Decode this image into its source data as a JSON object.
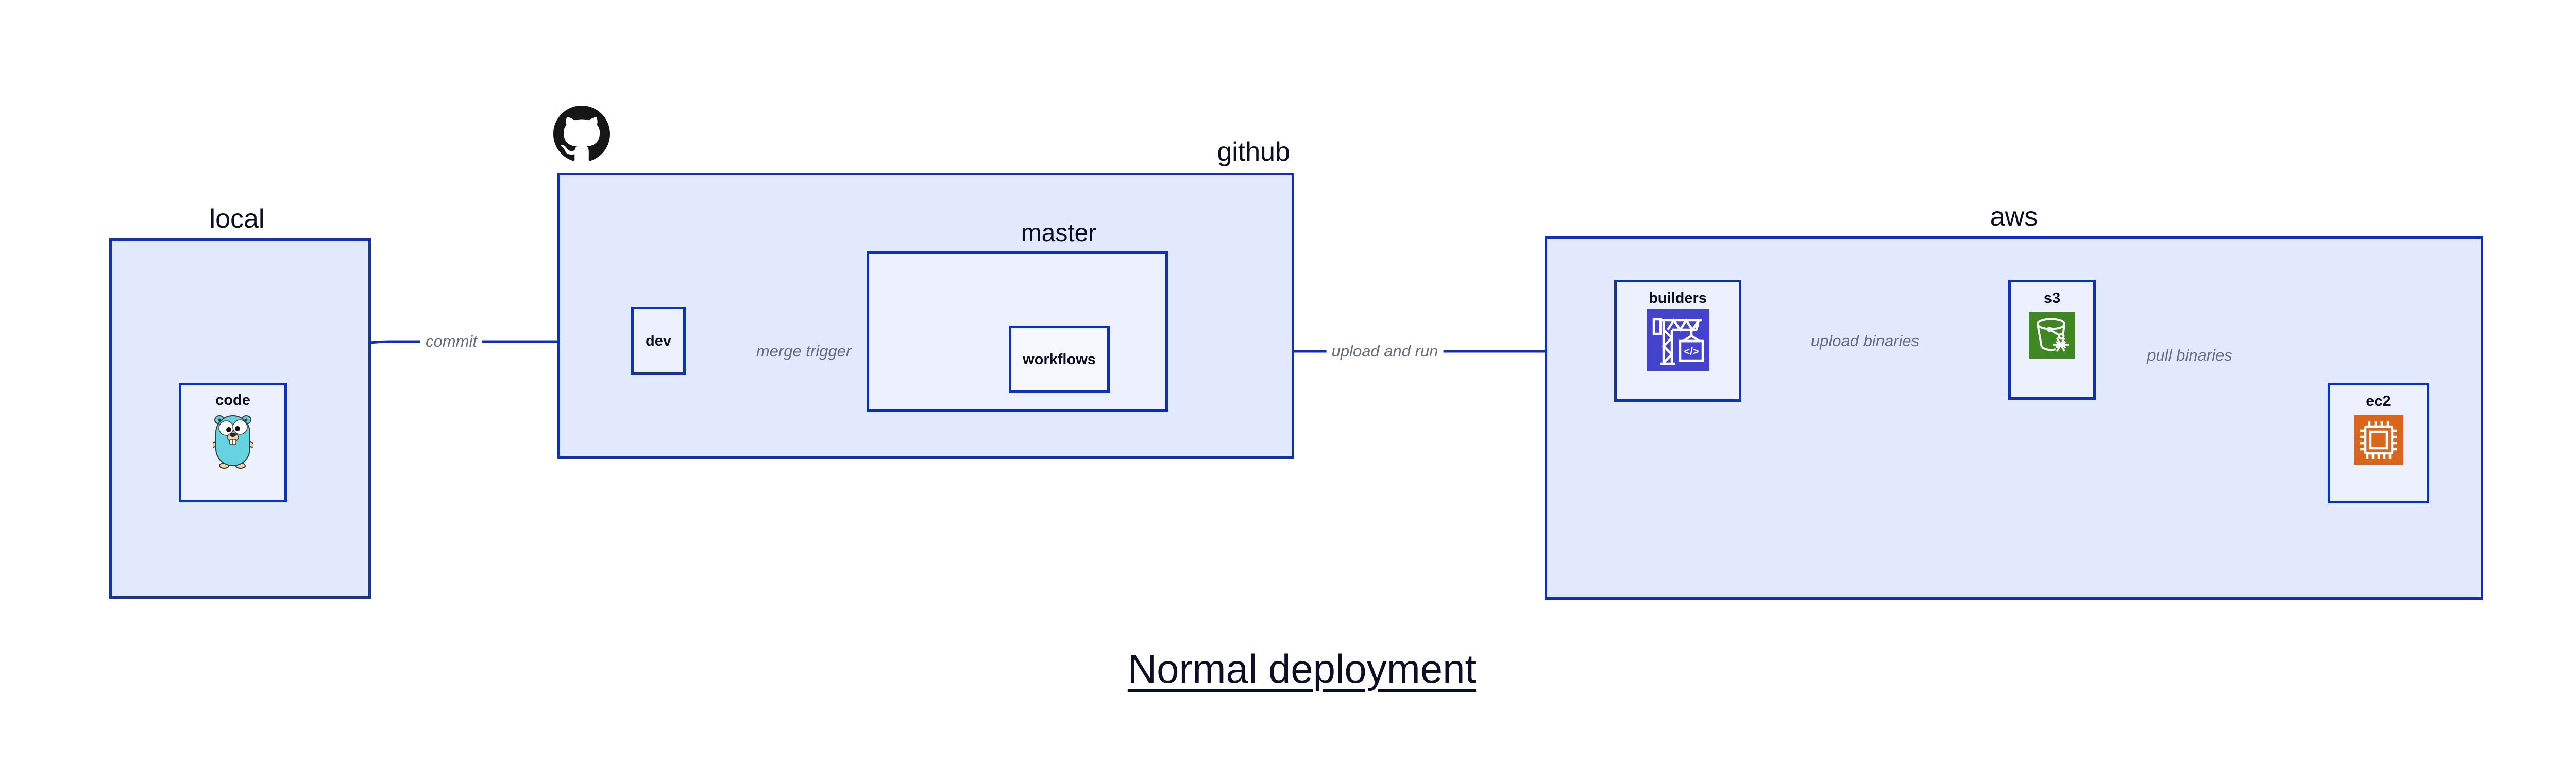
{
  "title": {
    "text": "Normal deployment"
  },
  "containers": {
    "local": {
      "label": "local"
    },
    "github": {
      "label": "github"
    },
    "master": {
      "label": "master"
    },
    "aws": {
      "label": "aws"
    }
  },
  "nodes": {
    "code": {
      "label": "code",
      "icon": "go-gopher-icon"
    },
    "dev": {
      "label": "dev"
    },
    "workflows": {
      "label": "workflows"
    },
    "builders": {
      "label": "builders",
      "icon": "codebuild-crane-icon"
    },
    "s3": {
      "label": "s3",
      "icon": "s3-glacier-bucket-icon"
    },
    "ec2": {
      "label": "ec2",
      "icon": "ec2-chip-icon"
    }
  },
  "edges": {
    "commit": {
      "label": "commit",
      "from": "code",
      "to": "dev"
    },
    "merge_trigger": {
      "label": "merge trigger",
      "from": "dev",
      "to": "workflows"
    },
    "upload_and_run": {
      "label": "upload and run",
      "from": "workflows",
      "to": "builders"
    },
    "upload_binaries": {
      "label": "upload binaries",
      "from": "builders",
      "to": "s3"
    },
    "pull_binaries": {
      "label": "pull binaries",
      "from": "s3",
      "to": "ec2"
    }
  },
  "icons": {
    "github_logo": "github-octocat-logo"
  },
  "colors": {
    "stroke_blue": "#0D32B2",
    "container_fill": "#E3E9FD",
    "node_fill": "#EDF0FD",
    "inner_node_fill": "#F7F8FE",
    "edge_label_gray": "#676C7E",
    "text_navy": "#0A0F25",
    "codebuild_purple": "#4343CE",
    "s3_glacier_green": "#3F8624",
    "ec2_orange": "#D9661A",
    "github_black": "#171515",
    "gopher_teal": "#66D3E0"
  }
}
